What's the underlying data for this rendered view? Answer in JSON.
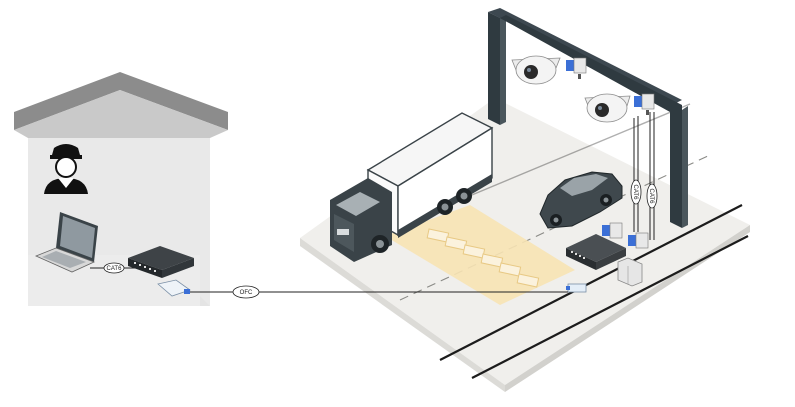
{
  "labels": {
    "cat6_lan": "CAT6",
    "ofc_link": "OFC",
    "cat6_cam1": "CAT6",
    "cat6_cam2": "CAT6"
  },
  "colors": {
    "gantry": "#2f3a40",
    "road_surface": "#f0efec",
    "building": "#e4e4e4",
    "roof": "#8c8c8c",
    "vehicle_dark": "#3a4348",
    "zone_highlight": "#f7e3b4",
    "ir_cam_accent": "#3b6fd6"
  },
  "icons": [
    "security-guard-icon",
    "laptop-icon",
    "network-switch-icon",
    "fiber-converter-icon",
    "dome-camera-icon",
    "ir-camera-icon",
    "truck-icon",
    "car-icon",
    "junction-box-icon"
  ]
}
